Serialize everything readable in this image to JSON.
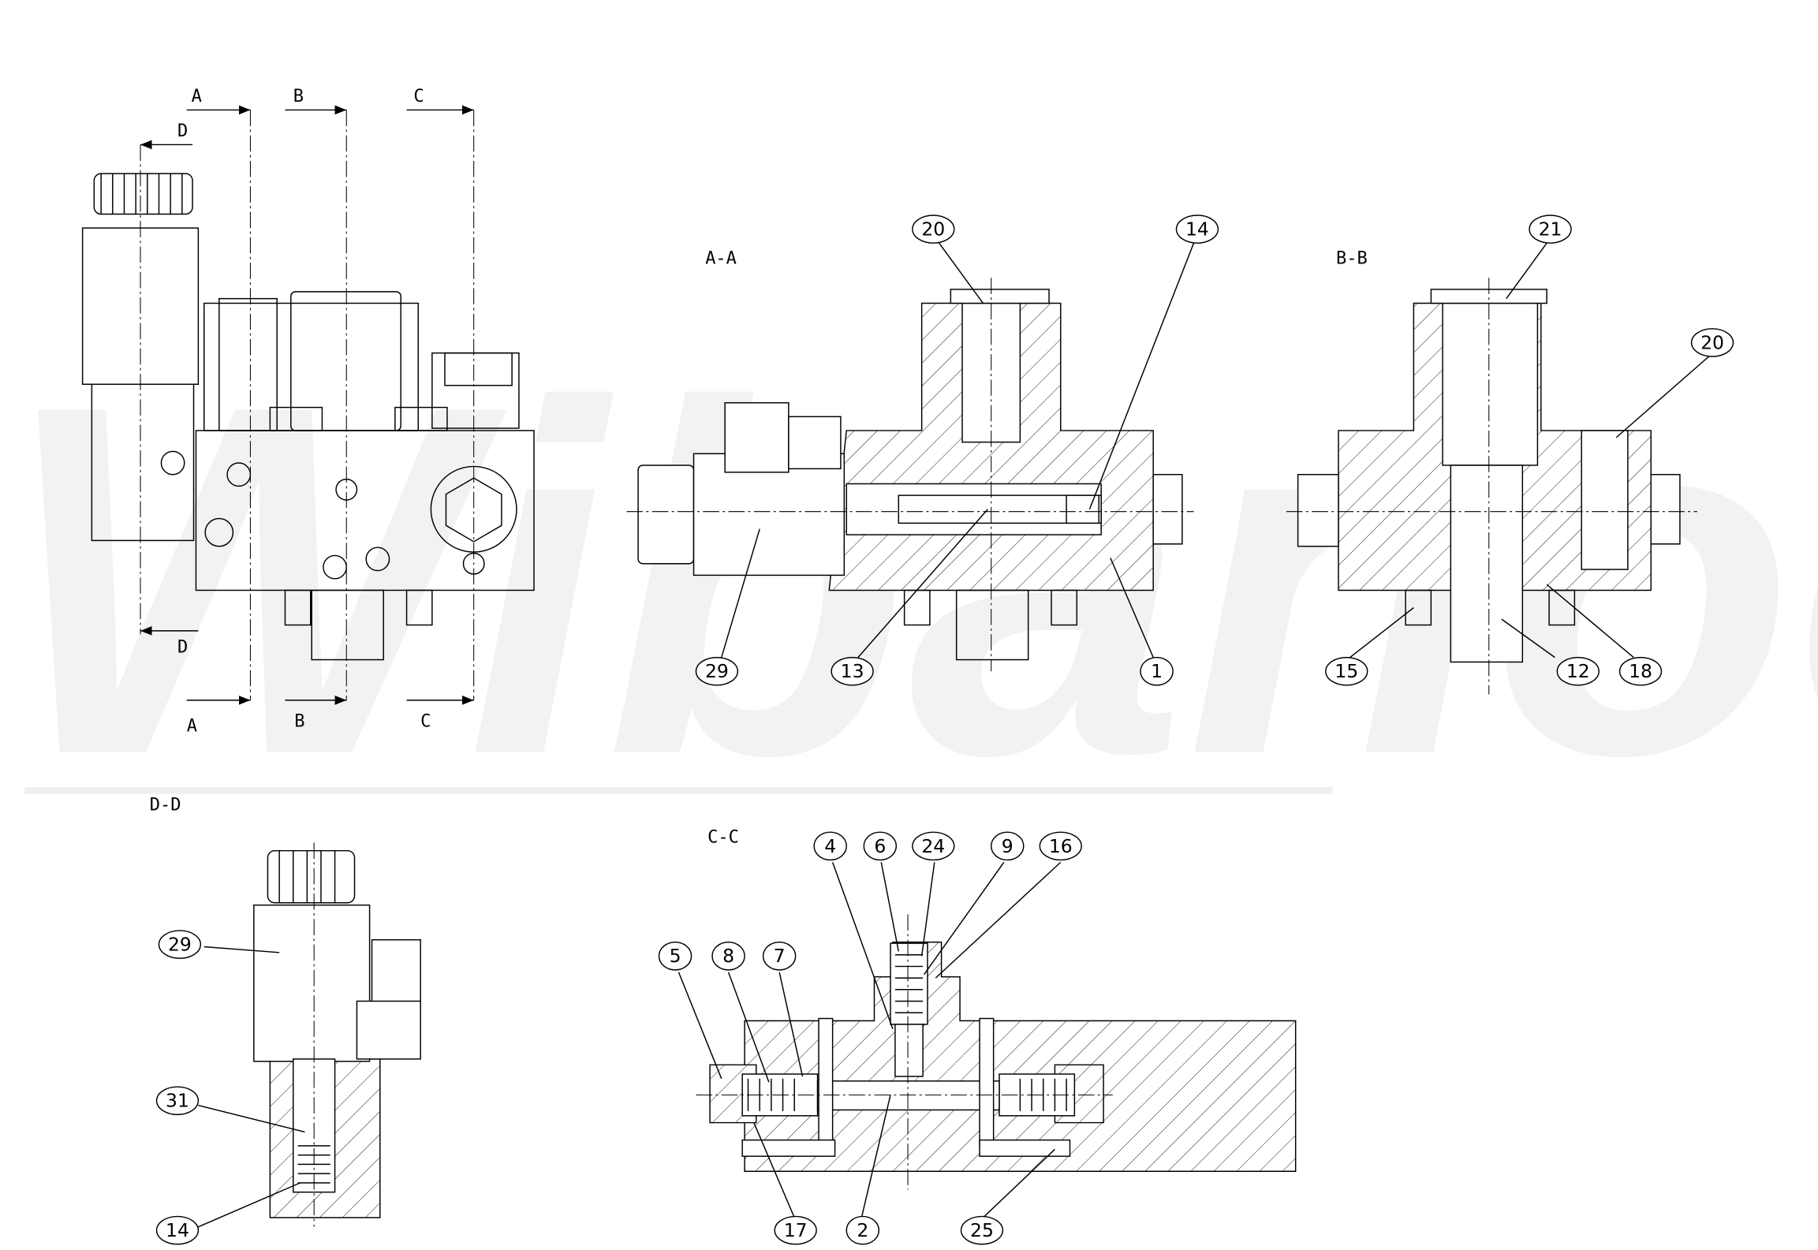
{
  "watermark": "Wibanoes",
  "cut_markers": {
    "a_top": "A",
    "b_top": "B",
    "c_top": "C",
    "d_top": "D",
    "a_bottom": "A",
    "b_bottom": "B",
    "c_bottom": "C",
    "d_bottom": "D"
  },
  "views": {
    "aa": {
      "title": "A-A",
      "balloons": [
        "20",
        "14",
        "29",
        "13",
        "1"
      ]
    },
    "bb": {
      "title": "B-B",
      "balloons": [
        "21",
        "20",
        "15",
        "12",
        "18"
      ]
    },
    "cc": {
      "title": "C-C",
      "balloons": [
        "4",
        "6",
        "24",
        "9",
        "16",
        "5",
        "8",
        "7",
        "17",
        "2",
        "25"
      ]
    },
    "dd": {
      "title": "D-D",
      "balloons": [
        "29",
        "31",
        "14"
      ]
    }
  }
}
